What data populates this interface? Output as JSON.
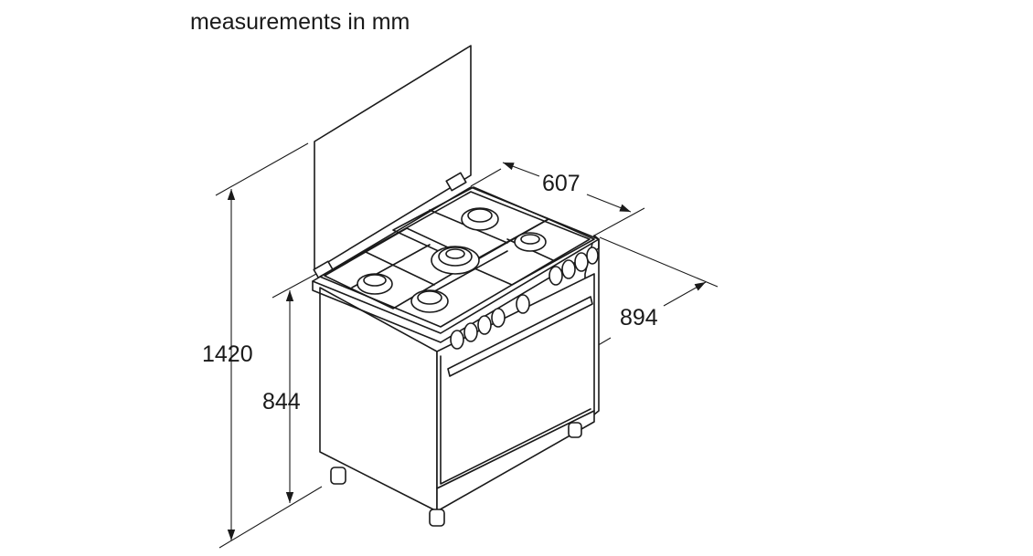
{
  "title": "measurements in mm",
  "dimensions": {
    "total_height": "1420",
    "counter_height": "844",
    "depth": "607",
    "width": "894"
  }
}
